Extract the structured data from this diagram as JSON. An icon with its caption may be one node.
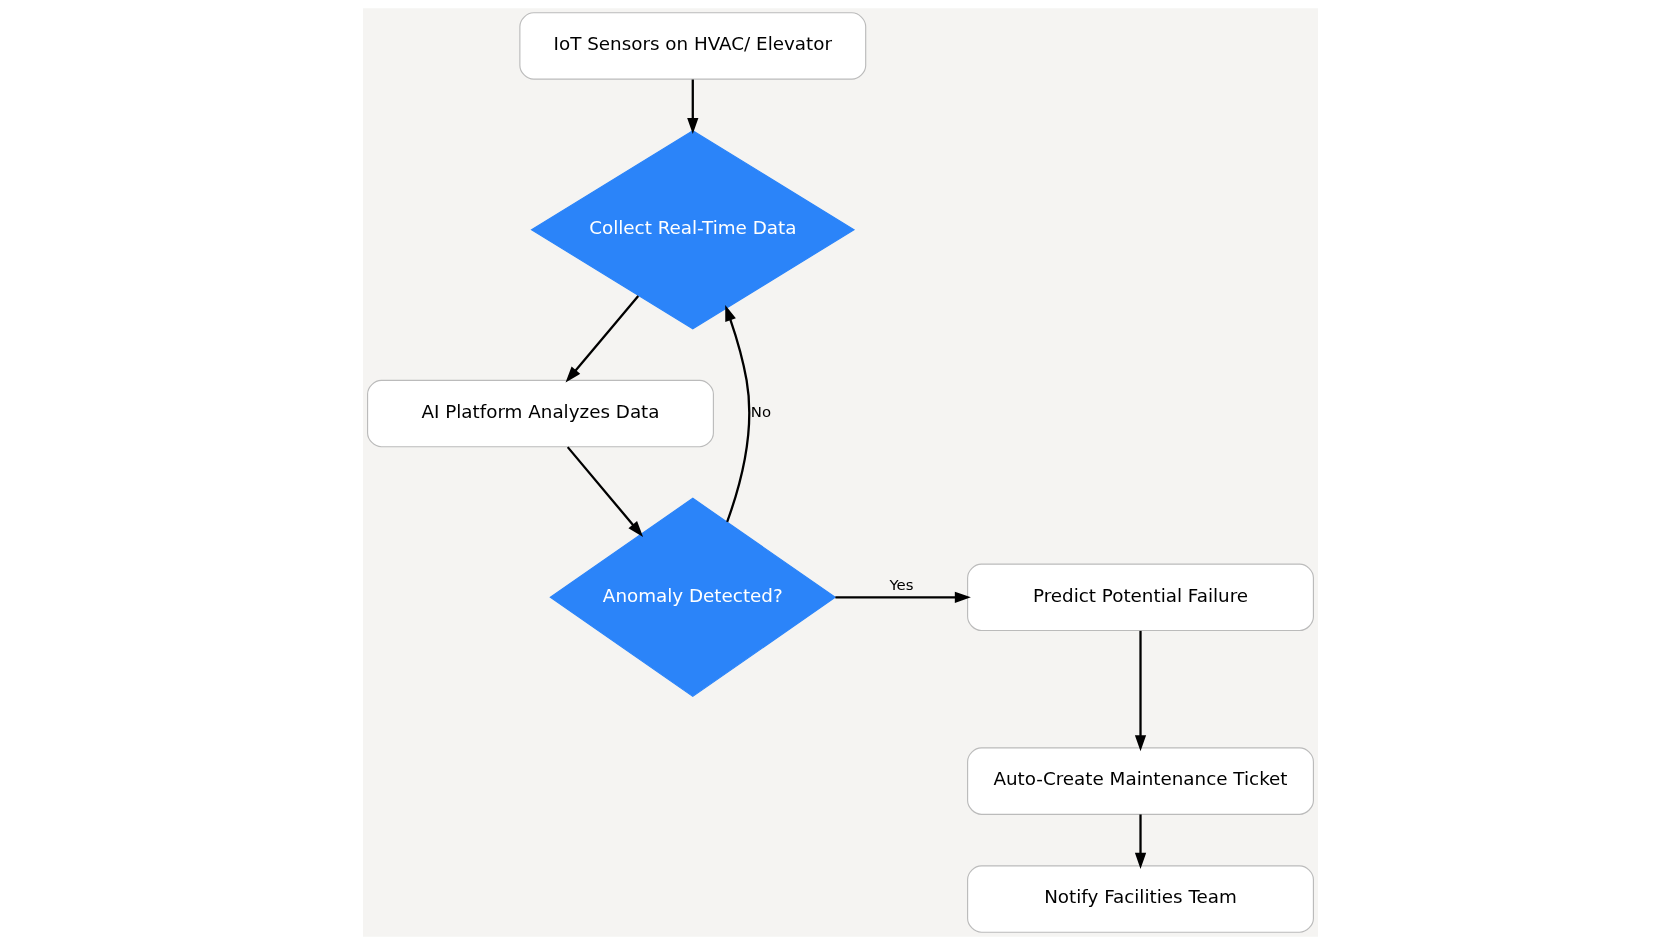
{
  "diagram": {
    "nodes": [
      {
        "text": [
          "IoT Sensors on HVAC/ Elevator"
        ]
      },
      {
        "text": [
          "Collect Real-Time Data"
        ]
      },
      {
        "text": [
          "AI Platform Analyzes Data"
        ]
      },
      {
        "text": [
          "Anomaly Detected?"
        ]
      },
      {
        "text": [
          "Notify Facilities Team"
        ]
      },
      {
        "text": [
          "Auto-Create Maintenance Ticket"
        ]
      },
      {
        "text": [
          "Predict Potential Failure"
        ]
      }
    ],
    "edges": [
      {
        "from": 0,
        "to": 1,
        "arrow": "to"
      },
      {
        "from": 1,
        "to": 2,
        "arrow": "to"
      },
      {
        "from": 2,
        "to": 3,
        "arrow": "to"
      },
      {
        "from": 3,
        "to": 1,
        "arrow": "to",
        "label": "No"
      },
      {
        "from": 3,
        "to": 6,
        "arrow": "to",
        "label": "Yes"
      },
      {
        "from": 6,
        "to": 5,
        "arrow": "to"
      },
      {
        "from": 5,
        "to": 4,
        "arrow": "to"
      }
    ]
  }
}
